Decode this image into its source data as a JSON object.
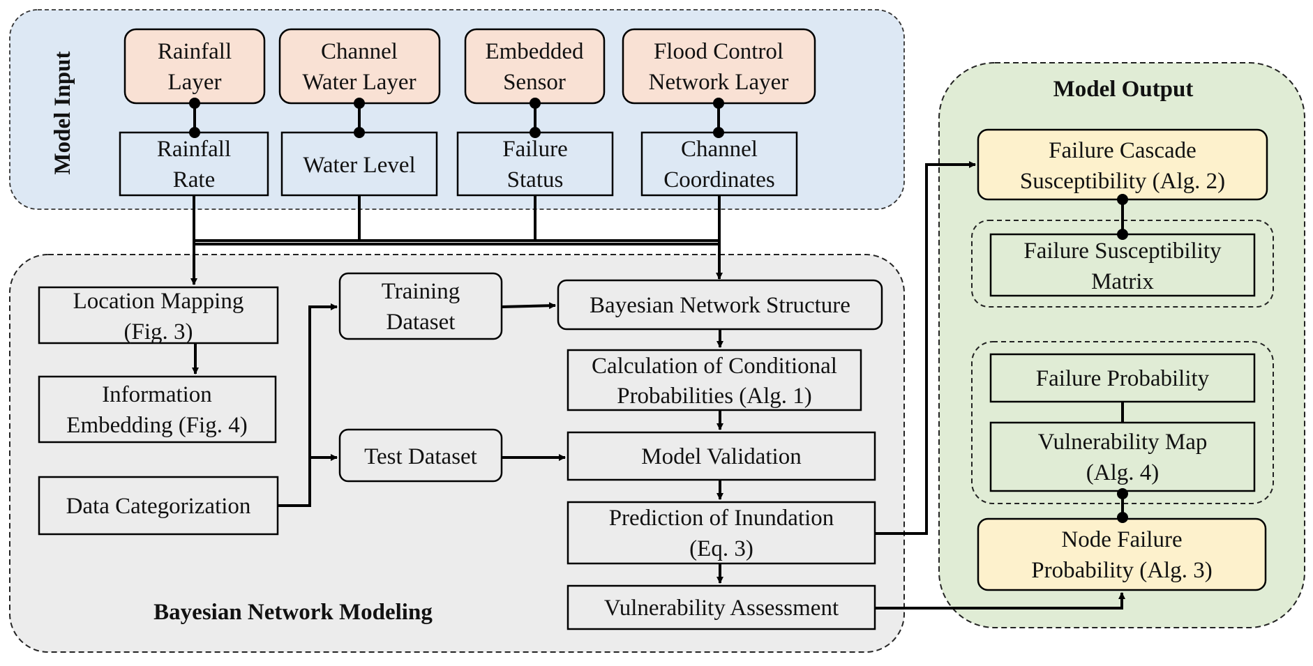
{
  "regions": {
    "input_title": "Model Input",
    "modeling_title": "Bayesian Network Modeling",
    "output_title": "Model Output"
  },
  "input_layers": [
    {
      "lines": [
        "Rainfall",
        "Layer"
      ]
    },
    {
      "lines": [
        "Channel",
        "Water Layer"
      ]
    },
    {
      "lines": [
        "Embedded",
        "Sensor"
      ]
    },
    {
      "lines": [
        "Flood Control",
        "Network Layer"
      ]
    }
  ],
  "input_params": [
    {
      "lines": [
        "Rainfall",
        "Rate"
      ]
    },
    {
      "lines": [
        "Water Level"
      ]
    },
    {
      "lines": [
        "Failure",
        "Status"
      ]
    },
    {
      "lines": [
        "Channel",
        "Coordinates"
      ]
    }
  ],
  "modeling": {
    "location_mapping": [
      "Location Mapping",
      "(Fig. 3)"
    ],
    "information_embedding": [
      "Information",
      "Embedding (Fig. 4)"
    ],
    "data_categorization": [
      "Data Categorization"
    ],
    "training_dataset": [
      "Training",
      "Dataset"
    ],
    "test_dataset": [
      "Test Dataset"
    ],
    "bn_structure": [
      "Bayesian Network Structure"
    ],
    "conditional_probabilities": [
      "Calculation of Conditional",
      "Probabilities (Alg. 1)"
    ],
    "model_validation": [
      "Model Validation"
    ],
    "prediction_inundation": [
      "Prediction of Inundation",
      "(Eq. 3)"
    ],
    "vulnerability_assessment": [
      "Vulnerability Assessment"
    ]
  },
  "output": {
    "cascade_susceptibility": [
      "Failure Cascade",
      "Susceptibility (Alg. 2)"
    ],
    "susceptibility_matrix": [
      "Failure Susceptibility",
      "Matrix"
    ],
    "failure_probability": [
      "Failure Probability"
    ],
    "vulnerability_map": [
      "Vulnerability Map",
      "(Alg. 4)"
    ],
    "node_failure_probability": [
      "Node Failure",
      "Probability (Alg. 3)"
    ]
  },
  "colors": {
    "input_region": "#dde8f4",
    "modeling_region": "#ececec",
    "output_region": "#e0ecd5",
    "layer_box": "#f9e1d4",
    "output_highlight_box": "#fdf1cc",
    "line": "#000000"
  }
}
